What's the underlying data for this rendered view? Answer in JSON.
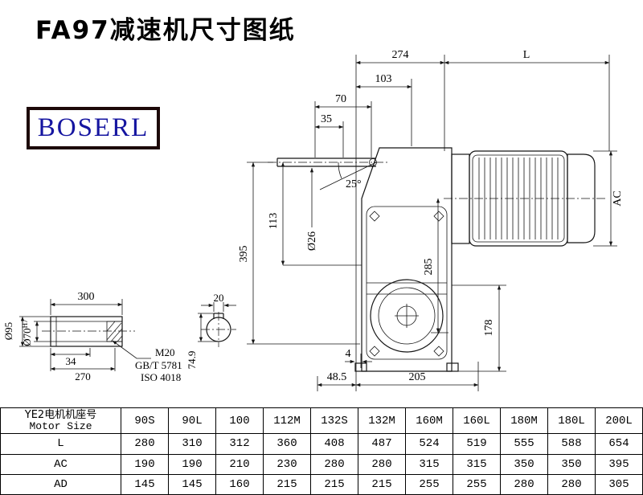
{
  "title": "FA97减速机尺寸图纸",
  "logo": "BOSERL",
  "main_drawing": {
    "dim_274": "274",
    "dim_L": "L",
    "dim_103": "103",
    "dim_70": "70",
    "dim_35": "35",
    "angle_25": "25°",
    "dia_26": "Ø26",
    "dim_113": "113",
    "dim_395": "395",
    "dim_285": "285",
    "dim_AC": "AC",
    "dim_178": "178",
    "dim_4": "4",
    "dim_48_5": "48.5",
    "dim_205": "205"
  },
  "shaft_detail": {
    "dim_300": "300",
    "dim_34": "34",
    "dim_270": "270",
    "dia_95": "Ø95",
    "dia_70": "Ø70",
    "dia_70_tol": "H7",
    "thread": "M20",
    "std_gb": "GB/T 5781",
    "std_iso": "ISO 4018",
    "dim_20": "20",
    "dim_74_9": "74.9"
  },
  "table": {
    "header_cn": "YE2电机机座号",
    "header_en": "Motor Size",
    "columns": [
      "90S",
      "90L",
      "100",
      "112M",
      "132S",
      "132M",
      "160M",
      "160L",
      "180M",
      "180L",
      "200L"
    ],
    "rows": [
      {
        "label": "L",
        "values": [
          "280",
          "310",
          "312",
          "360",
          "408",
          "487",
          "524",
          "519",
          "555",
          "588",
          "654"
        ]
      },
      {
        "label": "AC",
        "values": [
          "190",
          "190",
          "210",
          "230",
          "280",
          "280",
          "315",
          "315",
          "350",
          "350",
          "395"
        ]
      },
      {
        "label": "AD",
        "values": [
          "145",
          "145",
          "160",
          "215",
          "215",
          "215",
          "255",
          "255",
          "280",
          "280",
          "305"
        ]
      }
    ]
  }
}
